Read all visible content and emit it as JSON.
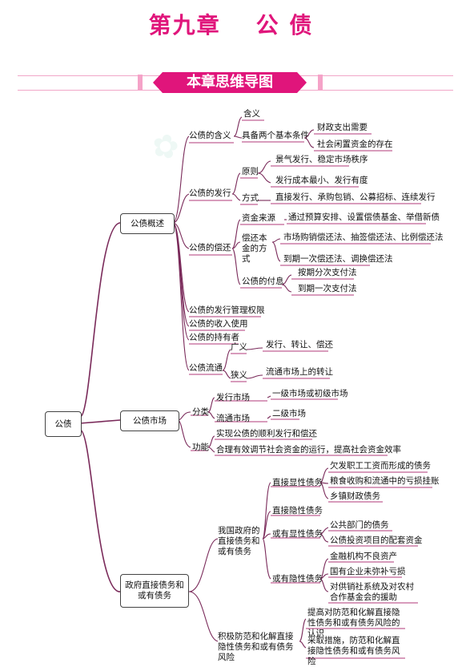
{
  "title": {
    "chapter": "第九章",
    "topic": "公 债"
  },
  "banner": "本章思维导图",
  "root": "公债",
  "sections": {
    "overview": {
      "label": "公债概述",
      "meaning": {
        "label": "公债的含义",
        "def": "含义",
        "conditions": "具备两个基本条件",
        "cond1": "财政支出需要",
        "cond2": "社会闲置资金的存在"
      },
      "issue": {
        "label": "公债的发行",
        "principle": "原则",
        "p1": "景气发行、稳定市场秩序",
        "p2": "发行成本最小、发行有度",
        "method": "方式",
        "m1": "直接发行、承购包销、公募招标、连续发行"
      },
      "repay": {
        "label": "公债的偿还",
        "source": "资金来源",
        "s1": "通过预算安排、设置偿债基金、举借新债",
        "method": "偿还本金的方式",
        "r1": "市场购销偿还法、抽签偿还法、比例偿还法",
        "r2": "到期一次偿还法、调换偿还法",
        "interest": "公债的付息",
        "i1": "按期分次支付法",
        "i2": "到期一次支付法"
      },
      "authority": "公债的发行管理权限",
      "usage": "公债的收入使用",
      "holders": "公债的持有者",
      "circulation": {
        "label": "公债流通",
        "broad": "广义",
        "b1": "发行、转让、偿还",
        "narrow": "狭义",
        "n1": "流通市场上的转让"
      }
    },
    "market": {
      "label": "公债市场",
      "classify": "分类",
      "primary": "发行市场",
      "primary_v": "一级市场或初级市场",
      "secondary": "流通市场",
      "secondary_v": "二级市场",
      "function": "功能",
      "f1": "实现公债的顺利发行和偿还",
      "f2": "合理有效调节社会资金的运行，提高社会资金效率"
    },
    "gov": {
      "label": "政府直接债务和或有债务",
      "types": "我国政府的直接债务和或有债务",
      "dir_explicit": "直接显性债务",
      "de1": "欠发职工工资而形成的债务",
      "de2": "粮食收购和流通中的亏损挂账",
      "de3": "乡镇财政债务",
      "dir_implicit": "直接隐性债务",
      "cont_explicit": "或有显性债务",
      "ce1": "公共部门的债务",
      "ce2": "公债投资项目的配套资金",
      "cont_implicit": "或有隐性债务",
      "ci1": "金融机构不良资产",
      "ci2": "国有企业未弥补亏损",
      "ci3": "对供销社系统及对农村合作基金会的援助",
      "prevent": "积极防范和化解直接隐性债务和或有债务风险",
      "pv1": "提高对防范和化解直接隐性债务和或有债务风险的认识",
      "pv2": "采取措施，防范和化解直接隐性债务和或有债务风险"
    }
  },
  "colors": {
    "accent": "#e0157b",
    "line": "#7a2a5a",
    "underline": "#b03a7a"
  }
}
